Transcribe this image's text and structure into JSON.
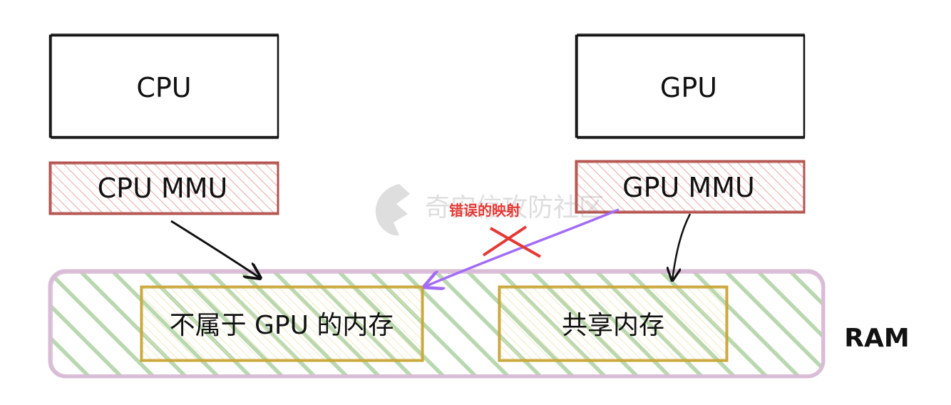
{
  "nodes": {
    "cpu": {
      "label": "CPU"
    },
    "gpu": {
      "label": "GPU"
    },
    "cpu_mmu": {
      "label": "CPU MMU"
    },
    "gpu_mmu": {
      "label": "GPU MMU"
    },
    "non_gpu_memory": {
      "label": "不属于 GPU 的内存"
    },
    "shared_memory": {
      "label": "共享内存"
    },
    "ram": {
      "label": "RAM"
    }
  },
  "edges": {
    "wrong_mapping": {
      "label": "错误的映射"
    }
  },
  "watermark": {
    "text": "奇安信攻防社区"
  },
  "colors": {
    "mmu_stroke": "#b4534f",
    "mmu_hatch": "#e8a7a4",
    "ram_stroke": "#d9bcd6",
    "ram_hatch": "#b9d8b0",
    "memory_stroke": "#c9a739",
    "memory_hatch": "#ece2a8",
    "wrong_arrow": "#a26cf6",
    "cross": "#e53935",
    "text": "#111111"
  }
}
